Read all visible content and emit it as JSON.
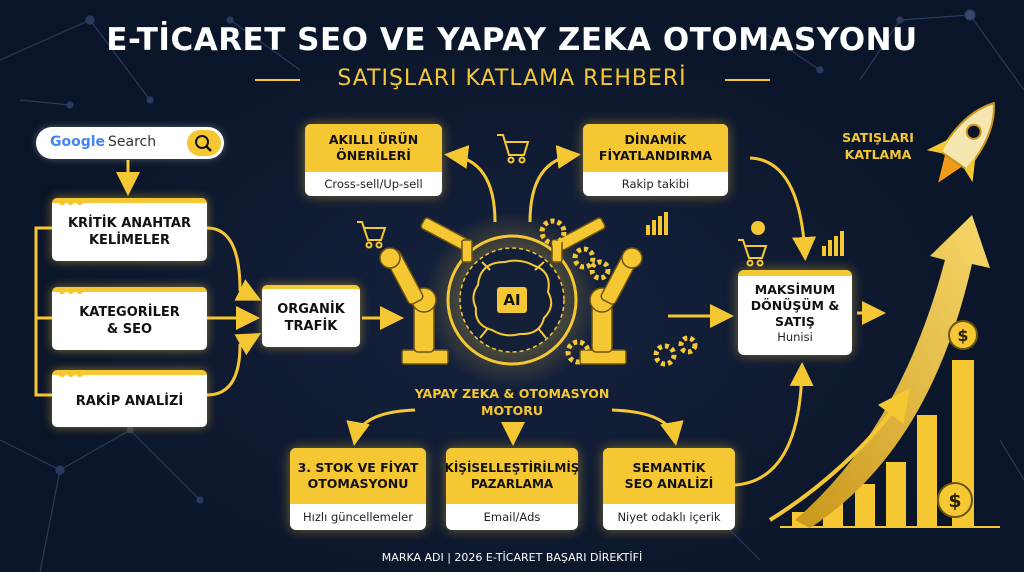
{
  "header": {
    "title": "E-TİCARET SEO VE YAPAY ZEKA OTOMASYONU",
    "subtitle": "SATIŞLARI KATLAMA REHBERİ"
  },
  "search": {
    "logo": "Google",
    "label": "Search",
    "icon": "magnifier-icon"
  },
  "left_boxes": [
    {
      "label": "KRİTİK ANAHTAR KELİMELER"
    },
    {
      "label": "KATEGORİLER & SEO"
    },
    {
      "label": "RAKİP ANALİZİ"
    }
  ],
  "organic": {
    "label": "ORGANİK TRAFİK"
  },
  "top_boxes": [
    {
      "title": "AKILLI ÜRÜN ÖNERİLERİ",
      "sub": "Cross-sell/Up-sell"
    },
    {
      "title": "DİNAMİK FİYATLANDIRMA",
      "sub": "Rakip takibi"
    }
  ],
  "engine": {
    "ai": "AI",
    "label": "YAPAY ZEKA & OTOMASYON MOTORU"
  },
  "bottom_boxes": [
    {
      "title": "3. STOK VE FİYAT OTOMASYONU",
      "sub": "Hızlı güncellemeler"
    },
    {
      "title": "KİŞİSELLEŞTİRİLMİŞ PAZARLAMA",
      "sub": "Email/Ads"
    },
    {
      "title": "SEMANTİK SEO ANALİZİ",
      "sub": "Niyet odaklı içerik"
    }
  ],
  "funnel": {
    "title": "MAKSİMUM DÖNÜŞÜM & SATIŞ",
    "sub": "Hunisi"
  },
  "growth": {
    "label": "SATIŞLARI KATLAMA",
    "icon": "rocket-icon"
  },
  "footer": {
    "text": "MARKA ADI | 2026 E-TİCARET BAŞARI DİREKTİFİ"
  },
  "colors": {
    "accent": "#f5c833",
    "background": "#0b1529",
    "box": "#ffffff"
  },
  "icons": [
    "cart-icon",
    "gear-icon",
    "robot-arm-icon",
    "chart-icon",
    "dollar-coin-icon",
    "brain-chip-icon"
  ]
}
